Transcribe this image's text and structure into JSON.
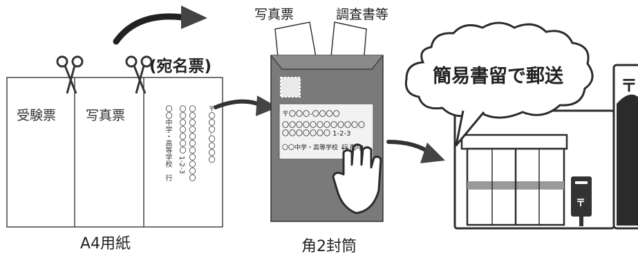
{
  "a4_sheet": {
    "caption": "A4用紙",
    "section_left": "受験票",
    "section_middle": "写真票",
    "address_label_marker": "(宛名票)",
    "address_postal": "〒〇〇〇-〇〇〇〇",
    "address_line_1": "〇〇〇〇〇〇〇〇〇〇〇",
    "address_line_2": "〇〇〇〇〇〇〇 1-2-3",
    "address_school": "〇〇中学・高等学校　行"
  },
  "envelope": {
    "caption": "角2封筒",
    "insert_photo": "写真票",
    "insert_docs": "調査書等",
    "address_postal": "〒〇〇〇-〇〇〇〇",
    "address_line_1": "〇〇〇〇〇〇〇〇〇〇〇〇",
    "address_line_2": "〇〇〇〇〇〇〇 1-2-3",
    "address_school": "〇〇中学・高等学校",
    "address_struck": "行",
    "address_honorific": "御中"
  },
  "post_office": {
    "speech_bubble": "簡易書留で郵送",
    "postal_mark": "〒"
  },
  "colors": {
    "envelope_gray": "#7a7a7a",
    "window_fill": "#f2f2f2",
    "line": "#2b2b2b",
    "stripe": "#9a9a9a"
  }
}
